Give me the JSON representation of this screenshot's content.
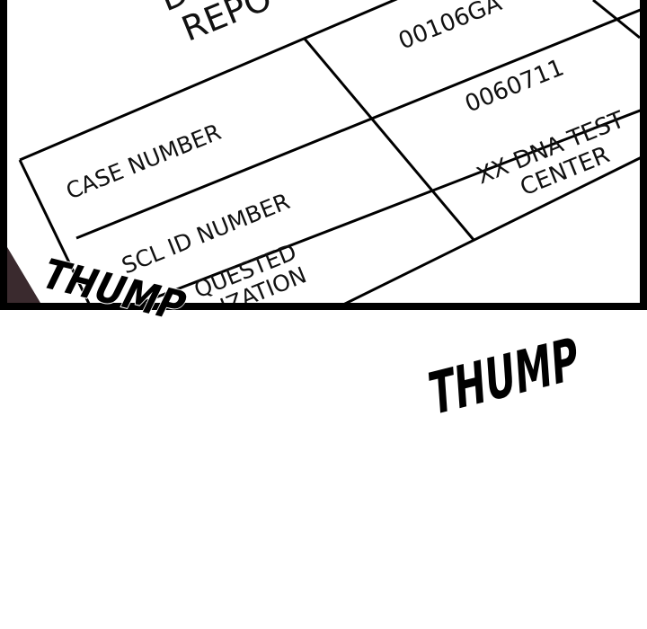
{
  "document": {
    "title_partial_line1": "D",
    "title_partial_line2": "REPO",
    "rows": [
      {
        "label": "CASE NUMBER",
        "value": "0060711"
      },
      {
        "label": "SCL ID NUMBER",
        "value_line1": "XX DNA TEST",
        "value_line2": "CENTER"
      },
      {
        "label_line1": "REQUESTED",
        "label_line2": "ORGANIZATION",
        "label_partial_line1": "QUESTED",
        "label_partial_line2": "IZATION"
      }
    ],
    "top_value_partial": "00106GA"
  },
  "sfx": {
    "first": "THUMP",
    "second": "THUMP"
  },
  "colors": {
    "border": "#000000",
    "paper": "#ffffff",
    "shadow": "#3a2a2e"
  }
}
